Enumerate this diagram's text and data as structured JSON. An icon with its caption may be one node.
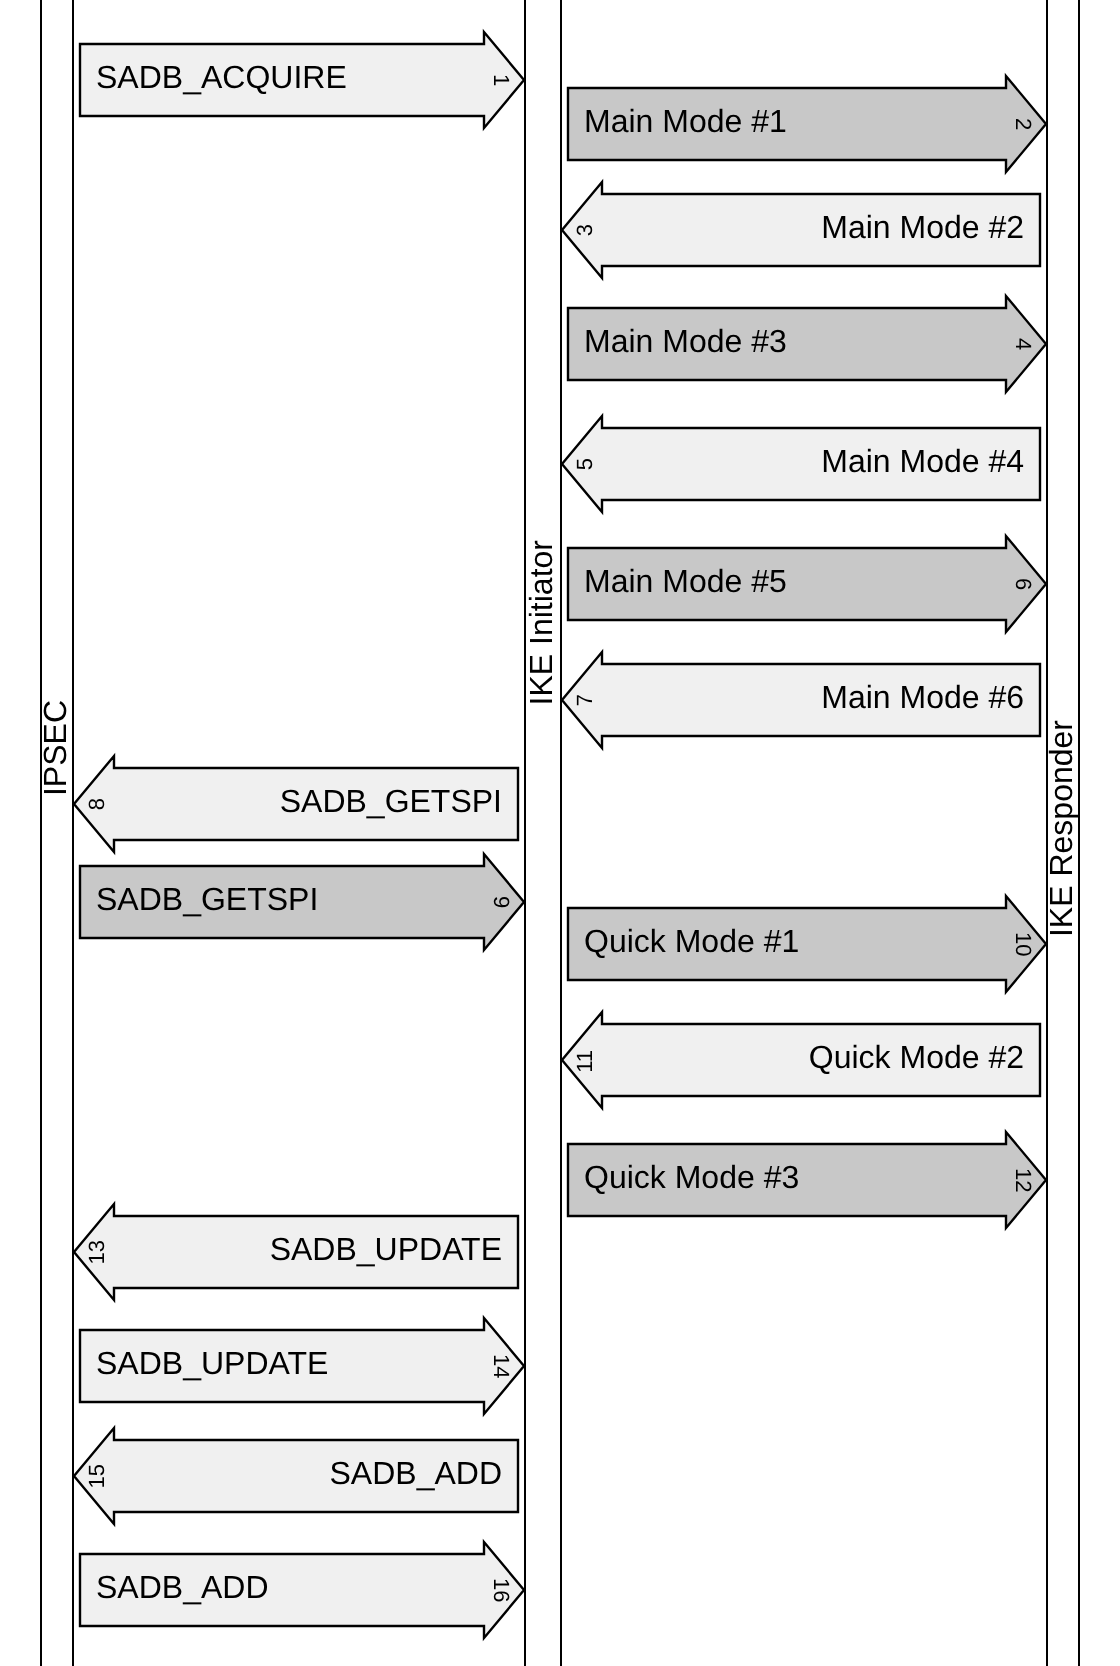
{
  "diagram": {
    "nodes": [
      {
        "text": [
          "IPSEC"
        ]
      },
      {
        "text": [
          "IKE Initiator"
        ]
      },
      {
        "text": [
          "IKE Responder"
        ]
      }
    ],
    "edges": [
      {
        "from": 0,
        "to": 1,
        "arrow": "to",
        "label": "SADB_ACQUIRE"
      },
      {
        "from": 1,
        "to": 2,
        "arrow": "to",
        "label": "Main Mode #1",
        "color": "#c8c8c8"
      },
      {
        "from": 2,
        "to": 1,
        "arrow": "to",
        "label": "Main Mode #2"
      },
      {
        "from": 1,
        "to": 2,
        "arrow": "to",
        "label": "Main Mode #3",
        "color": "#c8c8c8"
      },
      {
        "from": 2,
        "to": 1,
        "arrow": "to",
        "label": "Main Mode #4"
      },
      {
        "from": 1,
        "to": 2,
        "arrow": "to",
        "label": "Main Mode #5",
        "color": "#c8c8c8"
      },
      {
        "from": 2,
        "to": 1,
        "arrow": "to",
        "label": "Main Mode #6"
      },
      {
        "from": 1,
        "to": 0,
        "arrow": "to",
        "label": "SADB_GETSPI"
      },
      {
        "from": 0,
        "to": 1,
        "arrow": "to",
        "label": "SADB_GETSPI",
        "color": "#c8c8c8"
      },
      {
        "from": 1,
        "to": 2,
        "arrow": "to",
        "label": "Quick Mode #1",
        "color": "#c8c8c8"
      },
      {
        "from": 2,
        "to": 1,
        "arrow": "to",
        "label": "Quick Mode #2"
      },
      {
        "from": 1,
        "to": 2,
        "arrow": "to",
        "label": "Quick Mode #3",
        "color": "#c8c8c8"
      },
      {
        "from": 1,
        "to": 0,
        "arrow": "to",
        "label": "SADB_UPDATE"
      },
      {
        "from": 0,
        "to": 1,
        "arrow": "to",
        "label": "SADB_UPDATE"
      },
      {
        "from": 1,
        "to": 0,
        "arrow": "to",
        "label": "SADB_ADD"
      },
      {
        "from": 0,
        "to": 1,
        "arrow": "to",
        "label": "SADB_ADD"
      }
    ],
    "labels": [
      "1",
      "2",
      "3",
      "4",
      "5",
      "6",
      "7",
      "8",
      "9",
      "10",
      "11",
      "12",
      "13",
      "14",
      "15",
      "16"
    ]
  }
}
